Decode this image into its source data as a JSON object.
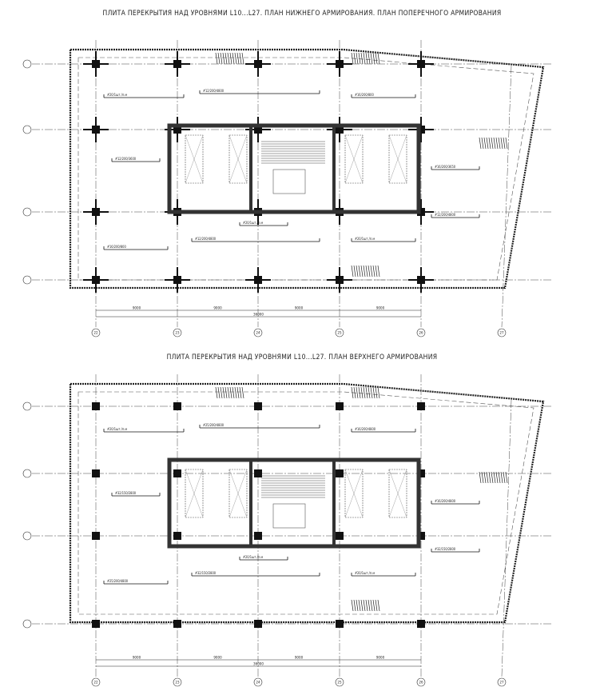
{
  "plans": [
    {
      "title": "ПЛИТА ПЕРЕКРЫТИЯ НАД УРОВНЯМИ L10...L27. ПЛАН НИЖНЕГО АРМИРОВАНИЯ. ПЛАН ПОПЕРЕЧНОГО АРМИРОВАНИЯ",
      "axes": [
        "22",
        "23",
        "24",
        "25",
        "26",
        "27"
      ],
      "dims": [
        "9000",
        "9000",
        "9000",
        "9000",
        "36000"
      ],
      "labels": [
        "#20/1шт./п.м",
        "#12/200/4800",
        "#16/200/800",
        "#12/200/3600",
        "#16/200/3650",
        "#12/200/4800",
        "#20/1шт./п.м",
        "#16/200/800",
        "#12/200/4800",
        "#20/1шт./п.м"
      ]
    },
    {
      "title": "ПЛИТА ПЕРЕКРЫТИЯ НАД УРОВНЯМИ L10...L27. ПЛАН ВЕРХНЕГО АРМИРОВАНИЯ",
      "axes": [
        "22",
        "23",
        "24",
        "25",
        "26",
        "27"
      ],
      "dims": [
        "9000",
        "9000",
        "9000",
        "9000",
        "36000"
      ],
      "labels": [
        "#20/1шт./п.м",
        "#25/200/4800",
        "#16/200/4800",
        "#32/150/2800",
        "#16/200/4800",
        "#32/150/2800",
        "#20/1шт./п.м",
        "#25/200/4800",
        "#32/150/2800",
        "#20/1шт./п.м"
      ]
    }
  ]
}
